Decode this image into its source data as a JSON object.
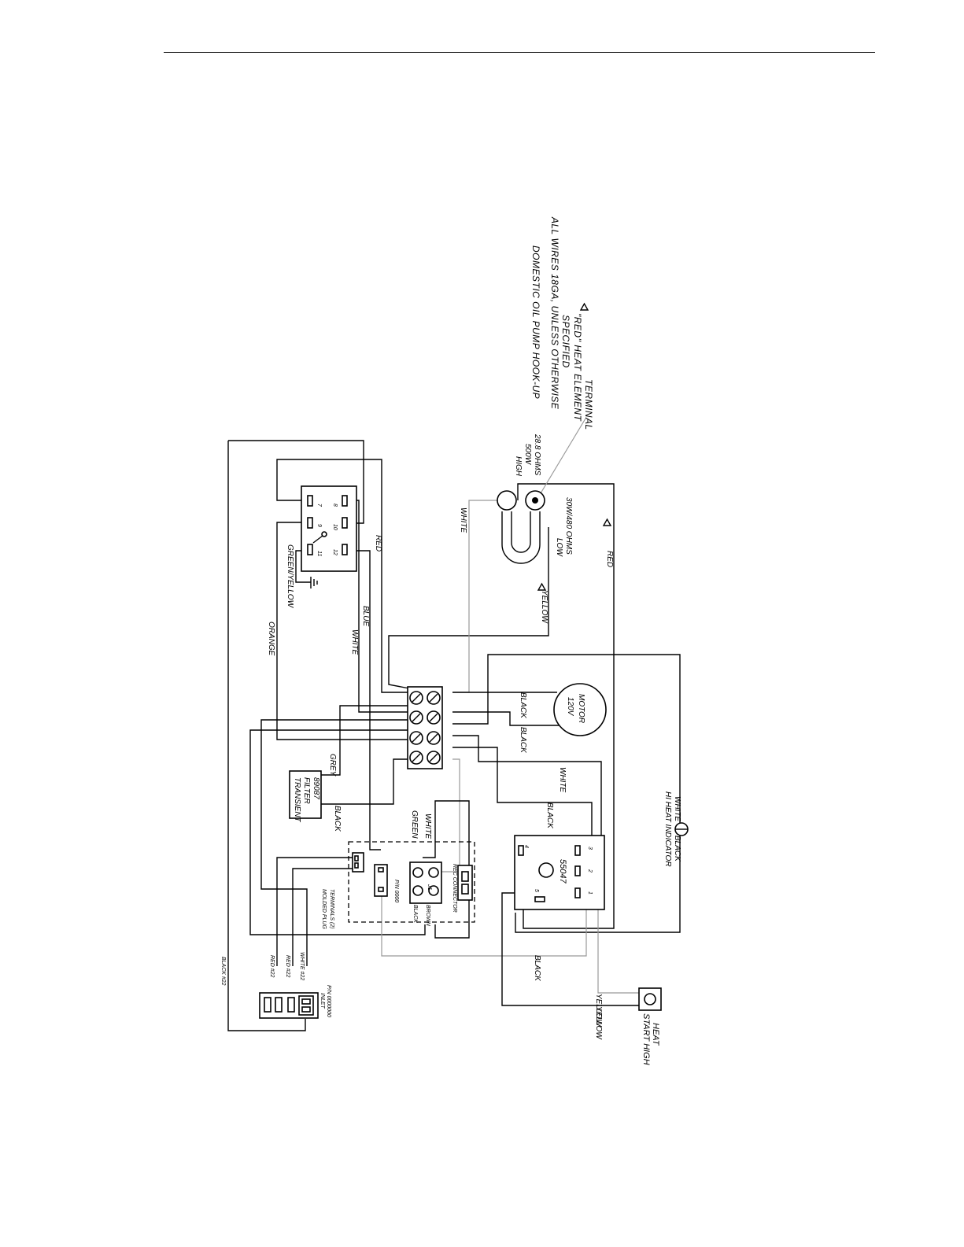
{
  "notes": {
    "line1": "DOMESTIC OIL PUMP HOOK-UP",
    "line2": "ALL WIRES 18GA, UNLESS OTHERWISE",
    "line3": "SPECIFIED",
    "line4": "\"RED\" HEAT ELEMENT",
    "line5": "TERMINAL"
  },
  "element": {
    "high_label": "HIGH",
    "high_watts": "500W",
    "high_ohms": "28.8 OHMS",
    "low_label": "LOW",
    "low_ohms": "30W/480 OHMS"
  },
  "relay": {
    "terminals": [
      "7",
      "8",
      "9",
      "10",
      "11",
      "12"
    ]
  },
  "motor": {
    "line1": "120V",
    "line2": "MOTOR"
  },
  "filter": {
    "line1": "TRANSIENT",
    "line2": "FILTER",
    "line3": "89087"
  },
  "control": {
    "part": "55047",
    "terminals": [
      "1",
      "2",
      "3",
      "4",
      "5"
    ]
  },
  "switch": {
    "line1": "START HIGH",
    "line2": "HEAT"
  },
  "indicator": {
    "label": "HI HEAT INDICATOR",
    "black": "BLACK",
    "white": "WHITE"
  },
  "inlet": {
    "line1": "INLET",
    "line2": "P/N 0000000"
  },
  "module": {
    "plug_label": "MOLDED PLUG",
    "plug_label2": "TERMINALS (2)",
    "pn_label": "P/N 0000",
    "conn_label": "REC CONNECTOR",
    "j1": "J1",
    "black": "BLACK",
    "brown": "BROWN"
  },
  "wires": {
    "green_yellow": "GREEN/YELLOW",
    "orange": "ORANGE",
    "white": "WHITE",
    "blue": "BLUE",
    "red": "RED",
    "red_a": "RED",
    "yellow": "YELLOW",
    "yellow_a": "YELLOW",
    "black": "BLACK",
    "grey": "GREY",
    "green": "GREEN",
    "black22": "BLACK #22",
    "red22": "RED #22",
    "red22b": "RED #22",
    "white22": "WHITE #22"
  }
}
